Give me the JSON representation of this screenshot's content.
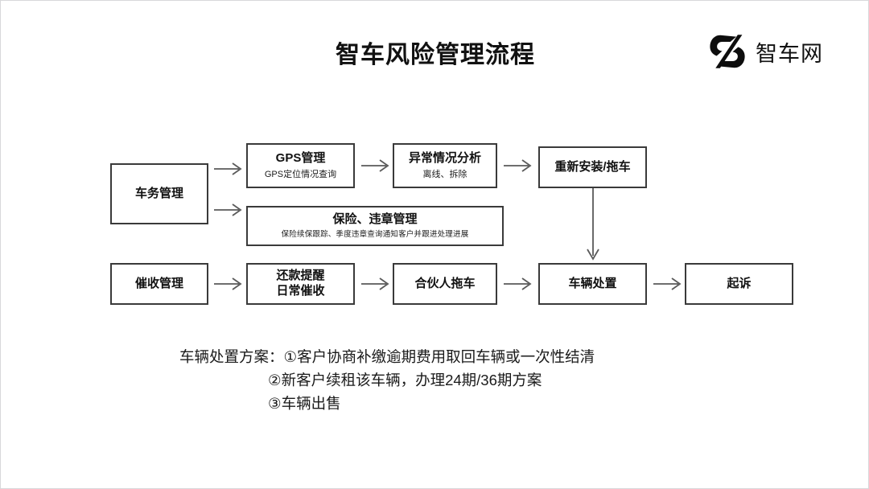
{
  "header": {
    "title": "智车风险管理流程",
    "brand_name": "智车网",
    "logo_icon": "zhiche-logo-icon"
  },
  "colors": {
    "background": "#ffffff",
    "box_border": "#3a3a3a",
    "text": "#111111",
    "arrow": "#5a5a5a",
    "canvas_border": "#d8d8da"
  },
  "flow": {
    "nodes": [
      {
        "id": "vehicle-affairs",
        "title": "车务管理",
        "subtitle": ""
      },
      {
        "id": "gps-management",
        "title": "GPS管理",
        "subtitle": "GPS定位情况查询"
      },
      {
        "id": "anomaly-analysis",
        "title": "异常情况分析",
        "subtitle": "离线、拆除"
      },
      {
        "id": "reinstall-tow",
        "title": "重新安装/拖车",
        "subtitle": ""
      },
      {
        "id": "insurance-violation",
        "title": "保险、违章管理",
        "subtitle": "保险续保跟踪、季度违章查询通知客户并跟进处理进展"
      },
      {
        "id": "collection-mgmt",
        "title": "催收管理",
        "subtitle": ""
      },
      {
        "id": "repayment-reminder",
        "title_line1": "还款提醒",
        "title_line2": "日常催收",
        "subtitle": ""
      },
      {
        "id": "partner-tow",
        "title": "合伙人拖车",
        "subtitle": ""
      },
      {
        "id": "vehicle-disposal",
        "title": "车辆处置",
        "subtitle": ""
      },
      {
        "id": "litigation",
        "title": "起诉",
        "subtitle": ""
      }
    ],
    "connectors": [
      {
        "from": "vehicle-affairs",
        "to": "gps-management",
        "direction": "right"
      },
      {
        "from": "vehicle-affairs",
        "to": "insurance-violation",
        "direction": "right"
      },
      {
        "from": "gps-management",
        "to": "anomaly-analysis",
        "direction": "right"
      },
      {
        "from": "anomaly-analysis",
        "to": "reinstall-tow",
        "direction": "right"
      },
      {
        "from": "reinstall-tow",
        "to": "vehicle-disposal",
        "direction": "down"
      },
      {
        "from": "collection-mgmt",
        "to": "repayment-reminder",
        "direction": "right"
      },
      {
        "from": "repayment-reminder",
        "to": "partner-tow",
        "direction": "right"
      },
      {
        "from": "partner-tow",
        "to": "vehicle-disposal",
        "direction": "right"
      },
      {
        "from": "vehicle-disposal",
        "to": "litigation",
        "direction": "right"
      }
    ]
  },
  "footnote": {
    "line1": "车辆处置方案：①客户协商补缴逾期费用取回车辆或一次性结清",
    "line2": "②新客户续租该车辆，办理24期/36期方案",
    "line3": "③车辆出售"
  }
}
